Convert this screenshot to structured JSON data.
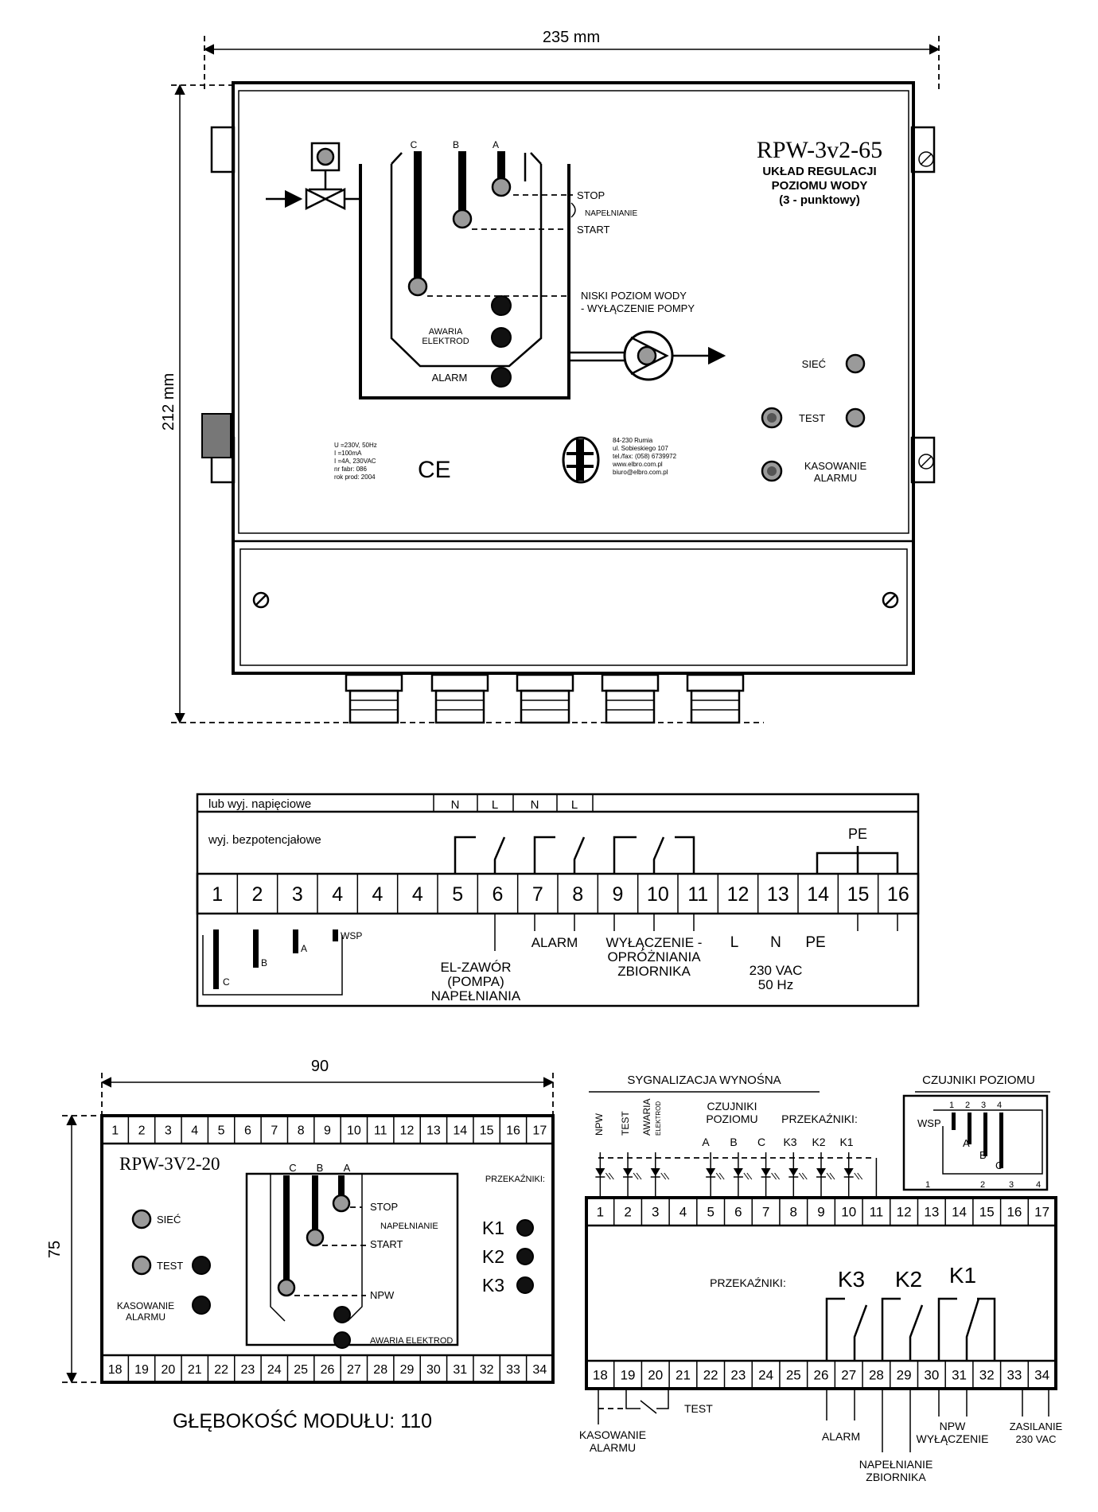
{
  "enclosure": {
    "width_dim": "235 mm",
    "height_dim": "212 mm",
    "model": "RPW-3v2-65",
    "subtitle1": "UKŁAD REGULACJI",
    "subtitle2": "POZIOMU WODY",
    "subtitle3": "(3 - punktowy)",
    "electrode_labels": [
      "C",
      "B",
      "A"
    ],
    "level_labels": {
      "stop": "STOP",
      "fill": "NAPEŁNIANIE",
      "start": "START"
    },
    "low_level": [
      "NISKI POZIOM WODY",
      "- WYŁĄCZENIE POMPY"
    ],
    "failure": [
      "AWARIA",
      "ELEKTROD"
    ],
    "alarm": "ALARM",
    "siec": "SIEĆ",
    "test": "TEST",
    "reset": [
      "KASOWANIE",
      "ALARMU"
    ],
    "specs": [
      "U =230V, 50Hz",
      "I =100mA",
      "I =4A, 230VAC",
      "nr fabr: 086",
      "rok prod: 2004"
    ],
    "ce": "CE",
    "address": [
      "84-230 Rumia",
      "ul. Sobieskiego 107",
      "tel./fax: (058) 6739972",
      "www.elbro.com.pl",
      "biuro@elbro.com.pl"
    ]
  },
  "terminal_block": {
    "voltage_out": "lub wyj. napięciowe",
    "nl_labels": [
      "N",
      "L",
      "N",
      "L"
    ],
    "potential_free": "wyj. bezpotencjałowe",
    "pe_top": "PE",
    "terminals": [
      "1",
      "2",
      "3",
      "4",
      "4",
      "4",
      "5",
      "6",
      "7",
      "8",
      "9",
      "10",
      "11",
      "12",
      "13",
      "14",
      "15",
      "16"
    ],
    "probe_labels": [
      "C",
      "B",
      "A",
      "WSP"
    ],
    "valve": [
      "EL-ZAWÓR",
      "(POMPA)",
      "NAPEŁNIANIA"
    ],
    "alarm": "ALARM",
    "drain": [
      "WYŁĄCZENIE -",
      "OPRÓŻNIANIA",
      "ZBIORNIKA"
    ],
    "power": [
      "L",
      "N",
      "PE"
    ],
    "supply": [
      "230 VAC",
      "50 Hz"
    ]
  },
  "module_front": {
    "width_dim": "90",
    "height_dim": "75",
    "top_terminals": [
      "1",
      "2",
      "3",
      "4",
      "5",
      "6",
      "7",
      "8",
      "9",
      "10",
      "11",
      "12",
      "13",
      "14",
      "15",
      "16",
      "17"
    ],
    "bottom_terminals": [
      "18",
      "19",
      "20",
      "21",
      "22",
      "23",
      "24",
      "25",
      "26",
      "27",
      "28",
      "29",
      "30",
      "31",
      "32",
      "33",
      "34"
    ],
    "model": "RPW-3V2-20",
    "relays_label": "PRZEKAŹNIKI:",
    "electrode_labels": [
      "C",
      "B",
      "A"
    ],
    "stop": "STOP",
    "fill": "NAPEŁNIANIE",
    "start": "START",
    "npw": "NPW",
    "failure": "AWARIA ELEKTROD",
    "siec": "SIEĆ",
    "test": "TEST",
    "reset": [
      "KASOWANIE",
      "ALARMU"
    ],
    "relays": [
      "K1",
      "K2",
      "K3"
    ],
    "depth": "GŁĘBOKOŚĆ MODUŁU: 110"
  },
  "module_wiring": {
    "remote_signal": "SYGNALIZACJA  WYNOŚNA",
    "sensors_title": "CZUJNIKI POZIOMU",
    "signal_labels": [
      "NPW",
      "TEST",
      "AWARIA",
      "ELEKTROD"
    ],
    "sensors": [
      "CZUJNIKI",
      "POZIOMU"
    ],
    "relays_hdr": "PRZEKAŹNIKI:",
    "sensor_letters": [
      "A",
      "B",
      "C"
    ],
    "relay_letters": [
      "K3",
      "K2",
      "K1"
    ],
    "probe_box": {
      "wsp": "WSP",
      "nums": [
        "1",
        "2",
        "3",
        "4"
      ],
      "letters": [
        "A",
        "B",
        "C"
      ],
      "bottom_nums": [
        "1",
        "2",
        "3",
        "4"
      ]
    },
    "top_terminals": [
      "1",
      "2",
      "3",
      "4",
      "5",
      "6",
      "7",
      "8",
      "9",
      "10",
      "11",
      "12",
      "13",
      "14",
      "15",
      "16",
      "17"
    ],
    "bottom_terminals": [
      "18",
      "19",
      "20",
      "21",
      "22",
      "23",
      "24",
      "25",
      "26",
      "27",
      "28",
      "29",
      "30",
      "31",
      "32",
      "33",
      "34"
    ],
    "relays_label": "PRZEKAŹNIKI:",
    "relays": [
      "K3",
      "K2",
      "K1"
    ],
    "test": "TEST",
    "reset": [
      "KASOWANIE",
      "ALARMU"
    ],
    "alarm": "ALARM",
    "fill": [
      "NAPEŁNIANIE",
      "ZBIORNIKA"
    ],
    "npw": [
      "NPW",
      "WYŁĄCZENIE"
    ],
    "supply": [
      "ZASILANIE",
      "230 VAC"
    ]
  }
}
